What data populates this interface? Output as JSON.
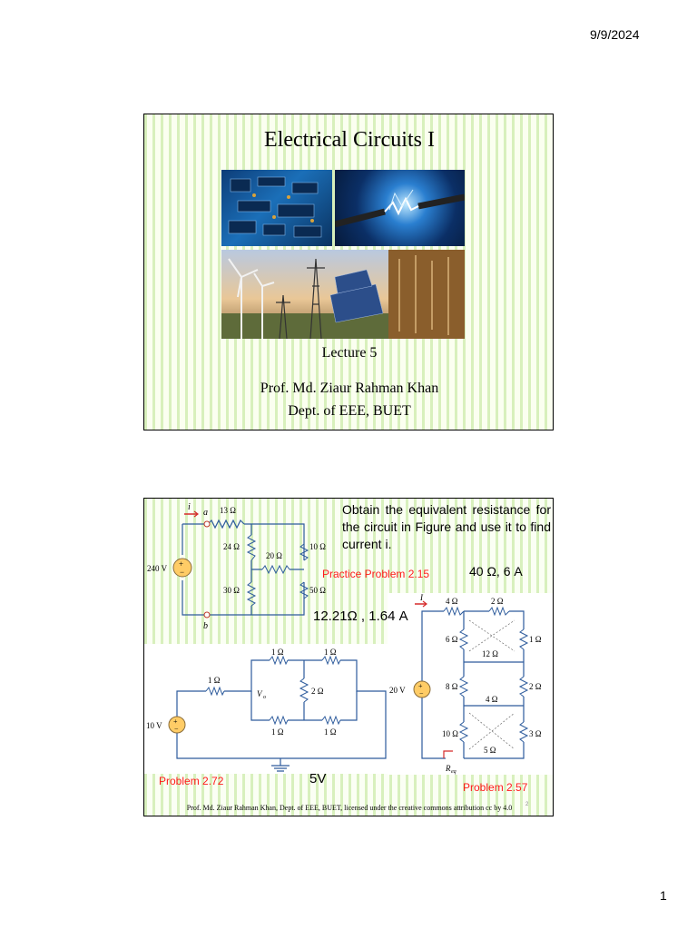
{
  "page": {
    "date": "9/9/2024",
    "number": "1"
  },
  "slide1": {
    "title": "Electrical Circuits I",
    "lecture": "Lecture 5",
    "author": "Prof. Md. Ziaur Rahman Khan",
    "dept": "Dept. of EEE, BUET"
  },
  "slide2": {
    "question": "Obtain the equivalent resistance for the circuit in Figure and use it to find current i.",
    "practice_label": "Practice Problem 2.15",
    "practice_answer": "40 Ω, 6 A",
    "answer_1": "12.21Ω , 1.64 A",
    "answer_2": "5V",
    "problem_272": "Problem 2.72",
    "problem_257": "Problem 2.57",
    "footer": "Prof. Md. Ziaur Rahman Khan, Dept. of EEE, BUET, licensed under the creative commons attribution cc by 4.0",
    "slide_number": "2",
    "circuit1": {
      "current": "i",
      "node_a": "a",
      "node_b": "b",
      "source": "240 V",
      "r_top": "13 Ω",
      "r_left_upper": "24 Ω",
      "r_middle": "20 Ω",
      "r_right_upper": "10 Ω",
      "r_left_lower": "30 Ω",
      "r_right_lower": "50 Ω"
    },
    "circuit2": {
      "source": "10 V",
      "r_series": "1 Ω",
      "node": "V",
      "r_top_left": "1 Ω",
      "r_top_right": "1 Ω",
      "r_mid": "2 Ω",
      "r_bot_left": "1 Ω",
      "r_bot_right": "1 Ω"
    },
    "circuit3": {
      "source": "20 V",
      "current": "I",
      "req": "R",
      "r_top1": "4 Ω",
      "r_top2": "2 Ω",
      "r_left1": "6 Ω",
      "r_right1": "1 Ω",
      "r_mid1": "12 Ω",
      "r_left2": "8 Ω",
      "r_right2": "2 Ω",
      "r_mid2": "4 Ω",
      "r_left3": "10 Ω",
      "r_right3": "3 Ω",
      "r_bot": "5 Ω"
    }
  }
}
